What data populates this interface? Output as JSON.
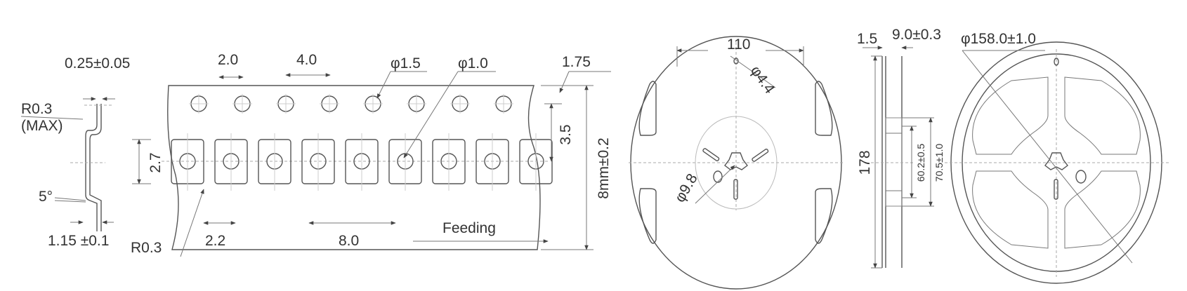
{
  "figure": {
    "profile": {
      "thickness": "0.25±0.05",
      "radius": "R0.3",
      "radius_note": "(MAX)",
      "angle": "5°",
      "offset": "1.15 ±0.1"
    },
    "tape": {
      "sprocket_pitch_half": "2.0",
      "sprocket_pitch": "4.0",
      "sprocket_hole": "φ1.5",
      "pocket_hole": "φ1.0",
      "edge_to_hole": "1.75",
      "hole_to_pocket": "3.5",
      "tape_width": "8mm±0.2",
      "pocket_length": "2.7",
      "pocket_width": "2.2",
      "pocket_pitch": "8.0",
      "corner_radius": "R0.3",
      "feed_label": "Feeding"
    },
    "reel_front": {
      "width": "110",
      "small_hole": "φ4.4",
      "hub_hole": "φ9.8"
    },
    "reel_side": {
      "flange": "1.5",
      "gap": "9.0±0.3",
      "diameter": "178",
      "hub_inner": "60.2±0.5",
      "hub_outer": "70.5±1.0"
    },
    "reel_back": {
      "diameter": "φ158.0±1.0"
    }
  }
}
